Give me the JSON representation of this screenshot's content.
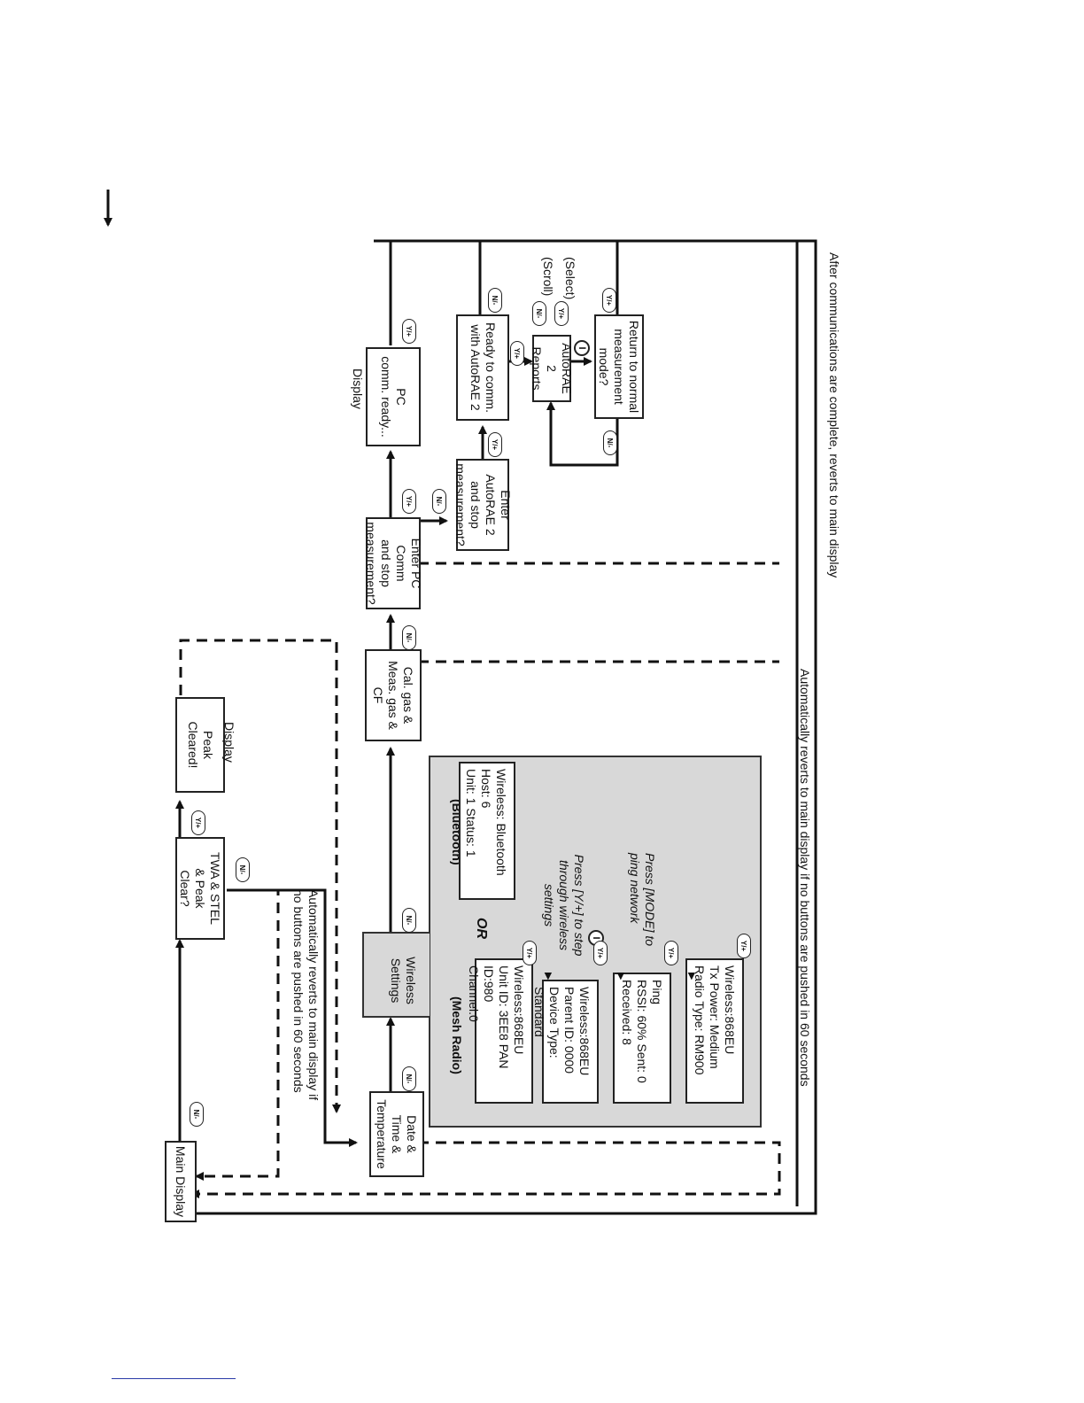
{
  "boxes": {
    "main_display": "Main Display",
    "twa_stel": "TWA & STEL\n& Peak\nClear?",
    "peak_cleared": "Peak\nCleared!",
    "date_time": "Date &\nTime &\nTemperature",
    "wireless_settings": "Wireless\nSettings",
    "cal_gas": "Cal. gas &\nMeas. gas &\nCF",
    "enter_pc": "Enter PC Comm\nand stop\nmeasurement?",
    "pc_comm": "PC\ncomm. ready...",
    "enter_autorae": "Enter AutoRAE 2\nand stop\nmeasurement?",
    "ready_comm": "Ready to comm.\nwith AutoRAE 2",
    "autorae_reports": "AutoRAE 2\nReports",
    "return_normal": "Return to normal\nmeasurement\nmode?",
    "mesh1": "Wireless:868EU\nUnit ID: 3EE8  PAN ID:980\nChannel:0",
    "mesh2": "Wireless:868EU\nParent ID: 0000\nDevice Type: Standard",
    "mesh3": "Ping\nRSSI: 60%   Sent: 0\nReceived: 8",
    "mesh4": "Wireless:868EU\nTx Power: Medium\nRadio Type: RM900",
    "bluetooth": "Wireless: Bluetooth\nHost: 6\nUnit: 1       Status: 1"
  },
  "labels": {
    "display_peak": "Display",
    "display_pc": "Display",
    "auto_revert_short": "Automatically reverts to main display if\nno buttons are pushed in 60 seconds",
    "auto_revert_long": "Automatically reverts to main display if no buttons are pushed in 60 seconds",
    "after_comm": "After communications are complete, reverts to main display",
    "mesh_radio": "(Mesh Radio)",
    "bluetooth": "(Bluetooth)",
    "or": "OR",
    "press_y": "Press [Y/+] to step\nthrough wireless\nsettings",
    "press_mode": "Press [MODE] to\nping network",
    "scroll": "(Scroll)",
    "select": "(Select)"
  },
  "buttons": {
    "n": "N/-",
    "y": "Y/+",
    "mode": "I"
  }
}
